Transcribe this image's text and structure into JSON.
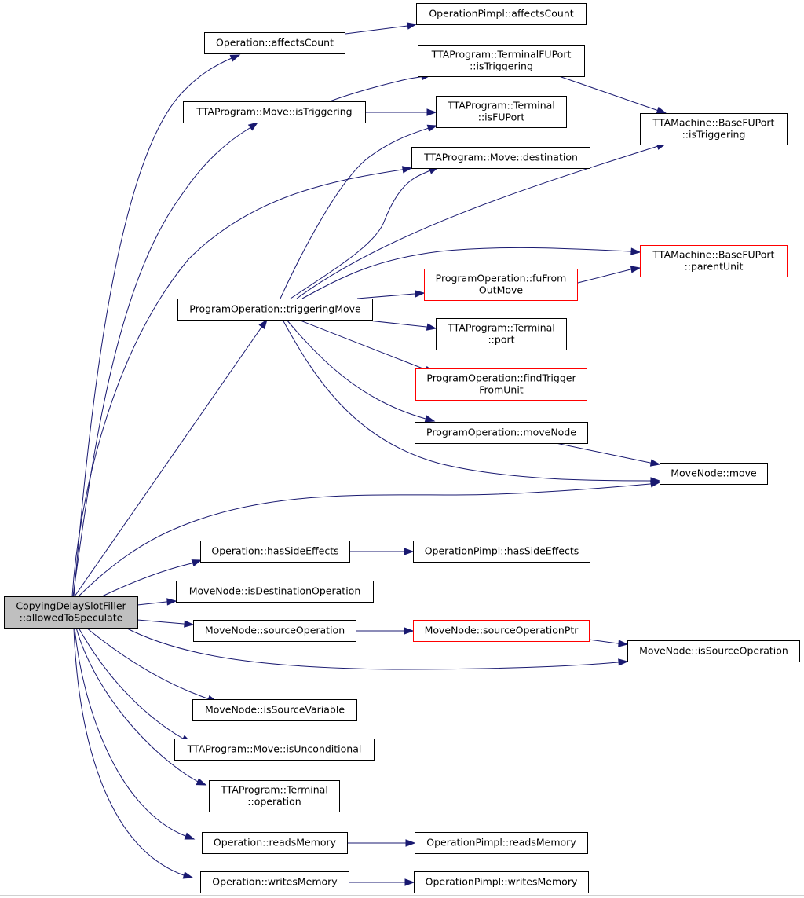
{
  "graph": {
    "colors": {
      "edge": "#191970",
      "node_border": "#000000",
      "truncated_border": "#ff0000",
      "root_fill": "#bfbfbf",
      "node_fill": "#ffffff"
    },
    "nodes": [
      {
        "id": "root",
        "lines": [
          "CopyingDelaySlotFiller",
          "::allowedToSpeculate"
        ],
        "style": "root"
      },
      {
        "id": "op_affects",
        "lines": [
          "Operation::affectsCount"
        ],
        "style": "normal"
      },
      {
        "id": "opi_affects",
        "lines": [
          "OperationPimpl::affectsCount"
        ],
        "style": "normal"
      },
      {
        "id": "move_istrig",
        "lines": [
          "TTAProgram::Move::isTriggering"
        ],
        "style": "normal"
      },
      {
        "id": "tfuport_istrig",
        "lines": [
          "TTAProgram::TerminalFUPort",
          "::isTriggering"
        ],
        "style": "normal"
      },
      {
        "id": "term_isfuport",
        "lines": [
          "TTAProgram::Terminal",
          "::isFUPort"
        ],
        "style": "normal"
      },
      {
        "id": "bfuport_istrig",
        "lines": [
          "TTAMachine::BaseFUPort",
          "::isTriggering"
        ],
        "style": "normal"
      },
      {
        "id": "move_dest",
        "lines": [
          "TTAProgram::Move::destination"
        ],
        "style": "normal"
      },
      {
        "id": "bfuport_parent",
        "lines": [
          "TTAMachine::BaseFUPort",
          "::parentUnit"
        ],
        "style": "truncated"
      },
      {
        "id": "po_fufrom",
        "lines": [
          "ProgramOperation::fuFrom",
          "OutMove"
        ],
        "style": "truncated"
      },
      {
        "id": "po_trigmove",
        "lines": [
          "ProgramOperation::triggeringMove"
        ],
        "style": "normal"
      },
      {
        "id": "term_port",
        "lines": [
          "TTAProgram::Terminal",
          "::port"
        ],
        "style": "normal"
      },
      {
        "id": "po_findtrig",
        "lines": [
          "ProgramOperation::findTrigger",
          "FromUnit"
        ],
        "style": "truncated"
      },
      {
        "id": "po_movenode",
        "lines": [
          "ProgramOperation::moveNode"
        ],
        "style": "normal"
      },
      {
        "id": "mn_move",
        "lines": [
          "MoveNode::move"
        ],
        "style": "normal"
      },
      {
        "id": "op_sidefx",
        "lines": [
          "Operation::hasSideEffects"
        ],
        "style": "normal"
      },
      {
        "id": "opi_sidefx",
        "lines": [
          "OperationPimpl::hasSideEffects"
        ],
        "style": "normal"
      },
      {
        "id": "mn_isdestop",
        "lines": [
          "MoveNode::isDestinationOperation"
        ],
        "style": "normal"
      },
      {
        "id": "mn_srcop",
        "lines": [
          "MoveNode::sourceOperation"
        ],
        "style": "normal"
      },
      {
        "id": "mn_srcopptr",
        "lines": [
          "MoveNode::sourceOperationPtr"
        ],
        "style": "truncated"
      },
      {
        "id": "mn_issrcop",
        "lines": [
          "MoveNode::isSourceOperation"
        ],
        "style": "normal"
      },
      {
        "id": "mn_issrcvar",
        "lines": [
          "MoveNode::isSourceVariable"
        ],
        "style": "normal"
      },
      {
        "id": "move_isuncond",
        "lines": [
          "TTAProgram::Move::isUnconditional"
        ],
        "style": "normal"
      },
      {
        "id": "term_operation",
        "lines": [
          "TTAProgram::Terminal",
          "::operation"
        ],
        "style": "normal"
      },
      {
        "id": "op_readsmem",
        "lines": [
          "Operation::readsMemory"
        ],
        "style": "normal"
      },
      {
        "id": "opi_readsmem",
        "lines": [
          "OperationPimpl::readsMemory"
        ],
        "style": "normal"
      },
      {
        "id": "op_writesmem",
        "lines": [
          "Operation::writesMemory"
        ],
        "style": "normal"
      },
      {
        "id": "opi_writesmem",
        "lines": [
          "OperationPimpl::writesMemory"
        ],
        "style": "normal"
      }
    ],
    "edges": [
      {
        "from": "root",
        "to": "op_affects"
      },
      {
        "from": "op_affects",
        "to": "opi_affects"
      },
      {
        "from": "root",
        "to": "move_istrig"
      },
      {
        "from": "move_istrig",
        "to": "tfuport_istrig"
      },
      {
        "from": "move_istrig",
        "to": "term_isfuport"
      },
      {
        "from": "tfuport_istrig",
        "to": "bfuport_istrig"
      },
      {
        "from": "root",
        "to": "move_dest"
      },
      {
        "from": "root",
        "to": "po_trigmove"
      },
      {
        "from": "po_trigmove",
        "to": "term_isfuport"
      },
      {
        "from": "po_trigmove",
        "to": "move_dest"
      },
      {
        "from": "po_trigmove",
        "to": "bfuport_istrig"
      },
      {
        "from": "po_trigmove",
        "to": "bfuport_parent"
      },
      {
        "from": "po_trigmove",
        "to": "po_fufrom"
      },
      {
        "from": "po_fufrom",
        "to": "bfuport_parent"
      },
      {
        "from": "po_trigmove",
        "to": "term_port"
      },
      {
        "from": "po_trigmove",
        "to": "po_findtrig"
      },
      {
        "from": "po_trigmove",
        "to": "po_movenode"
      },
      {
        "from": "po_trigmove",
        "to": "mn_move"
      },
      {
        "from": "po_movenode",
        "to": "mn_move"
      },
      {
        "from": "root",
        "to": "mn_move"
      },
      {
        "from": "root",
        "to": "op_sidefx"
      },
      {
        "from": "op_sidefx",
        "to": "opi_sidefx"
      },
      {
        "from": "root",
        "to": "mn_isdestop"
      },
      {
        "from": "root",
        "to": "mn_srcop"
      },
      {
        "from": "mn_srcop",
        "to": "mn_srcopptr"
      },
      {
        "from": "mn_srcopptr",
        "to": "mn_issrcop"
      },
      {
        "from": "root",
        "to": "mn_issrcop"
      },
      {
        "from": "root",
        "to": "mn_issrcvar"
      },
      {
        "from": "root",
        "to": "move_isuncond"
      },
      {
        "from": "root",
        "to": "term_operation"
      },
      {
        "from": "root",
        "to": "op_readsmem"
      },
      {
        "from": "op_readsmem",
        "to": "opi_readsmem"
      },
      {
        "from": "root",
        "to": "op_writesmem"
      },
      {
        "from": "op_writesmem",
        "to": "opi_writesmem"
      }
    ]
  }
}
